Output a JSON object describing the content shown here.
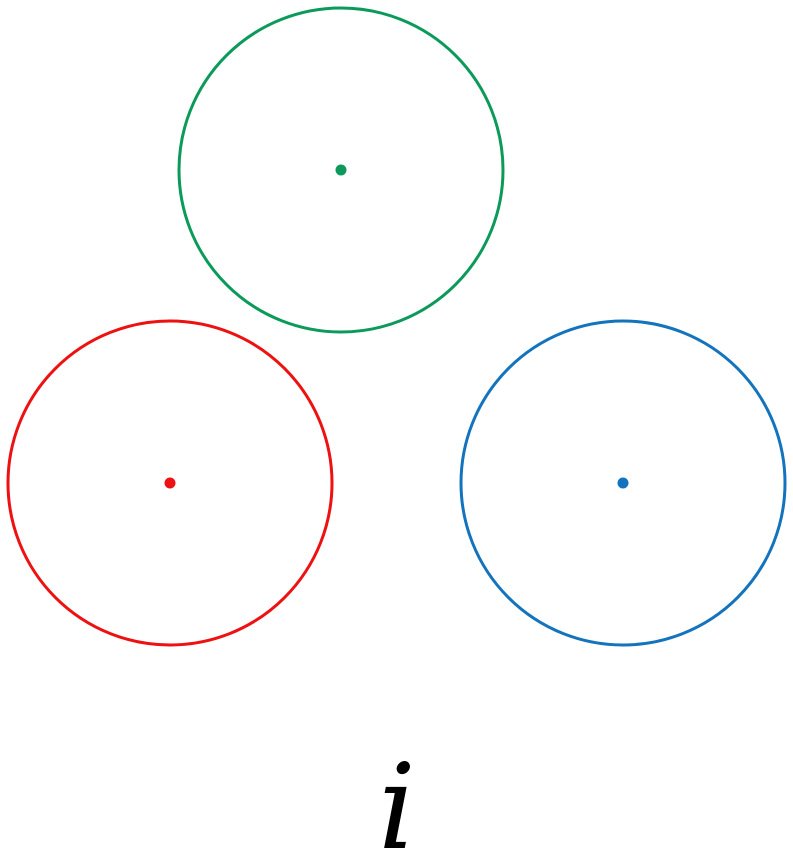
{
  "caption": "i",
  "circles": [
    {
      "name": "green-circle",
      "color": "#0b9a5a"
    },
    {
      "name": "red-circle",
      "color": "#ee1111"
    },
    {
      "name": "blue-circle",
      "color": "#1373bd"
    }
  ]
}
